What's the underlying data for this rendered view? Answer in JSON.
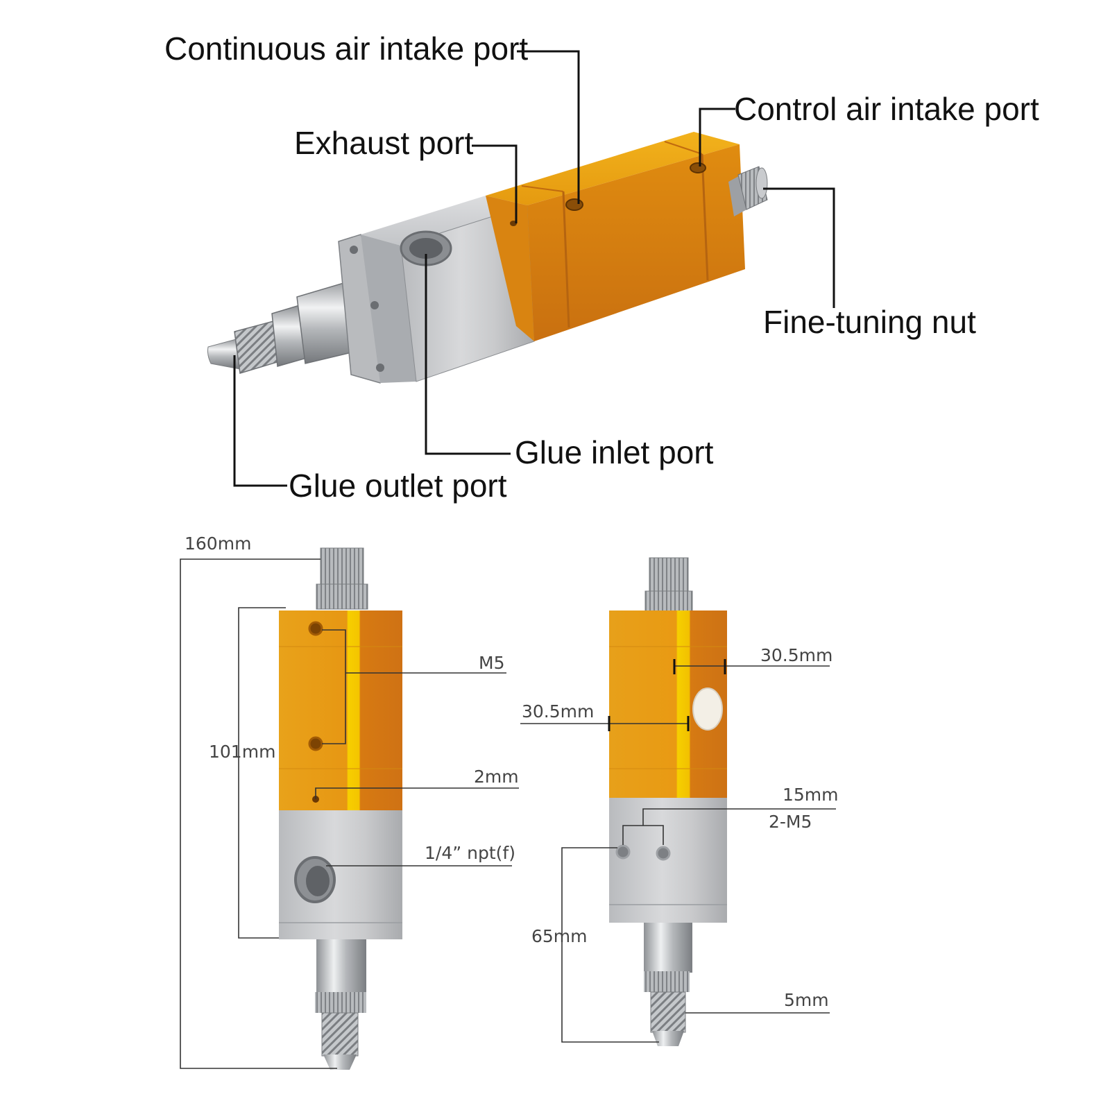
{
  "callouts": {
    "continuous_air": "Continuous air intake port",
    "control_air": "Control air intake port",
    "exhaust": "Exhaust port",
    "fine_tuning": "Fine-tuning nut",
    "glue_inlet": "Glue inlet port",
    "glue_outlet": "Glue outlet port"
  },
  "dimensions": {
    "overall_length": "160mm",
    "body_length": "101mm",
    "air_thread": "M5",
    "exhaust_hole": "2mm",
    "glue_thread": "1/4”  npt(f)",
    "width_front": "30.5mm",
    "width_side": "30.5mm",
    "hole_spacing": "15mm",
    "mount_holes": "2-M5",
    "mount_to_tip": "65mm",
    "nozzle_diameter": "5mm"
  },
  "colors": {
    "anodized_gold": "#e69a10",
    "anodized_highlight": "#f5c800",
    "steel": "#c4c6c9",
    "steel_dark": "#8e9196",
    "leader_line": "#111111"
  }
}
